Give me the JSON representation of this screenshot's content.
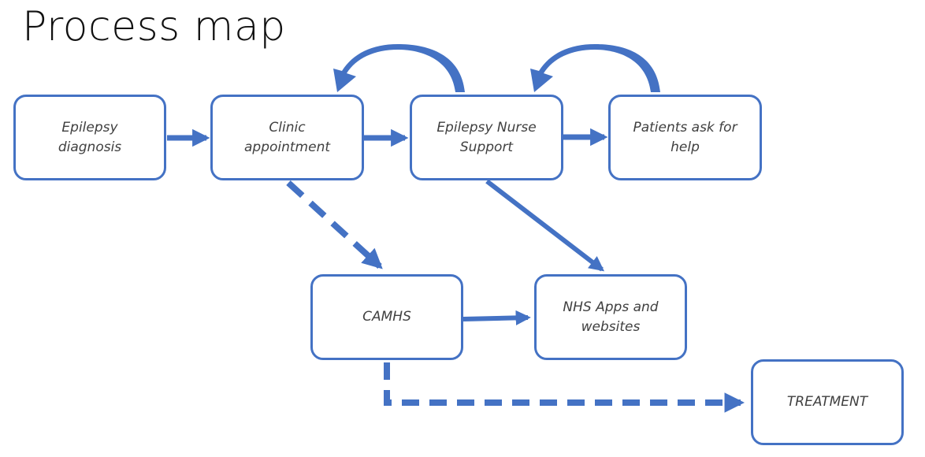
{
  "title": "Process map",
  "colors": {
    "box_border": "#4472c4",
    "arrow": "#4472c4",
    "text": "#404040"
  },
  "nodes": {
    "diagnosis": "Epilepsy\ndiagnosis",
    "clinic": "Clinic\nappointment",
    "nurse": "Epilepsy Nurse\nSupport",
    "patients": "Patients ask for\nhelp",
    "camhs": "CAMHS",
    "nhs": "NHS Apps and\nwebsites",
    "treatment": "TREATMENT"
  },
  "connectors": [
    {
      "from": "diagnosis",
      "to": "clinic",
      "style": "solid"
    },
    {
      "from": "clinic",
      "to": "nurse",
      "style": "solid"
    },
    {
      "from": "nurse",
      "to": "patients",
      "style": "solid"
    },
    {
      "from": "nurse",
      "to": "clinic",
      "style": "curved"
    },
    {
      "from": "patients",
      "to": "nurse",
      "style": "curved"
    },
    {
      "from": "clinic",
      "to": "camhs",
      "style": "dashed"
    },
    {
      "from": "nurse",
      "to": "nhs",
      "style": "solid"
    },
    {
      "from": "camhs",
      "to": "nhs",
      "style": "solid"
    },
    {
      "from": "camhs",
      "to": "treatment",
      "style": "dashed"
    }
  ]
}
